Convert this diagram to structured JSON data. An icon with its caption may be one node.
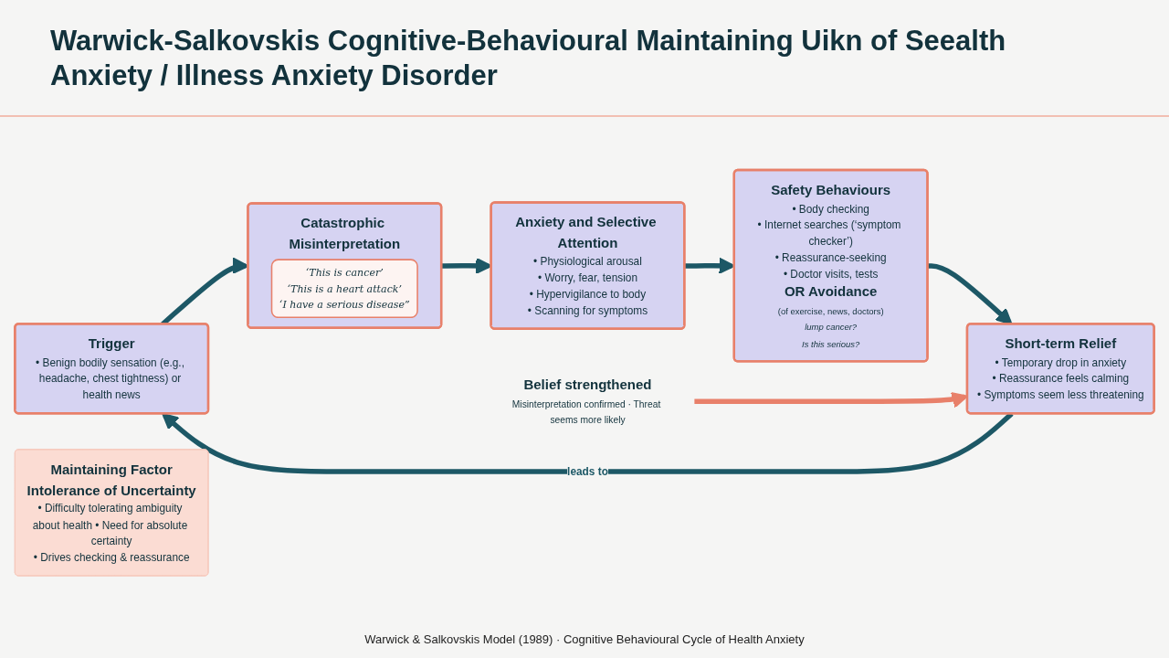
{
  "diagram": {
    "title": "Warwick-Salkovskis Cognitive-Behavioural Maintaining Uikn of Seealth Anxiety / Illness Anxiety Disorder",
    "caption": "Warwick & Salkovskis Model (1989) · Cognitive Behavioural Cycle of Health Anxiety",
    "nodes": [
      {
        "text": [
          "Trigger",
          "• Benign bodily sensation (e.g., headache, chest tightness) or health news"
        ]
      },
      {
        "text": [
          "Catastrophic Misinterpretation"
        ]
      },
      {
        "text": [
          "‘This is cancer’",
          "‘This is a heart attack’",
          "‘I have a serious disease”"
        ],
        "in": 1
      },
      {
        "text": [
          "Anxiety and Selective Attention",
          "• Physiological arousal",
          "• Worry, fear, tension",
          "• Hypervigilance to body",
          "• Scanning for symptoms"
        ]
      },
      {
        "text": [
          "Belief strengthened",
          "Misinterpretation confirmed · Threat seems more likely"
        ]
      },
      {
        "text": [
          "Short-term Relief",
          "• Temporary drop in anxiety",
          "• Reassurance feels calming",
          "• Symptoms seem less threatening"
        ]
      },
      {
        "text": [
          "Safety Behaviours",
          "• Body checking",
          "• Internet searches (‘symptom checker’)",
          "• Reassurance-seeking",
          "• Doctor visits, tests",
          "OR Avoidance",
          "(of exercise, news, doctors)",
          "lump cancer?",
          "Is this serious?"
        ]
      },
      {
        "text": [
          "Maintaining Factor",
          "Intolerance of Uncertainty",
          "• Difficulty tolerating ambiguity about health • Need for absolute certainty",
          "• Drives checking & reassurance"
        ]
      }
    ],
    "edges": [
      {
        "from": 0,
        "to": 1,
        "arrow": "to"
      },
      {
        "from": 1,
        "to": 3,
        "arrow": "to"
      },
      {
        "from": 3,
        "to": 6,
        "arrow": "to"
      },
      {
        "from": 6,
        "to": 5,
        "arrow": "to"
      },
      {
        "from": 5,
        "to": 0,
        "arrow": "to",
        "label": "leads to"
      },
      {
        "from": 4,
        "to": 5,
        "arrow": "to",
        "color": "#e8806a"
      }
    ]
  }
}
